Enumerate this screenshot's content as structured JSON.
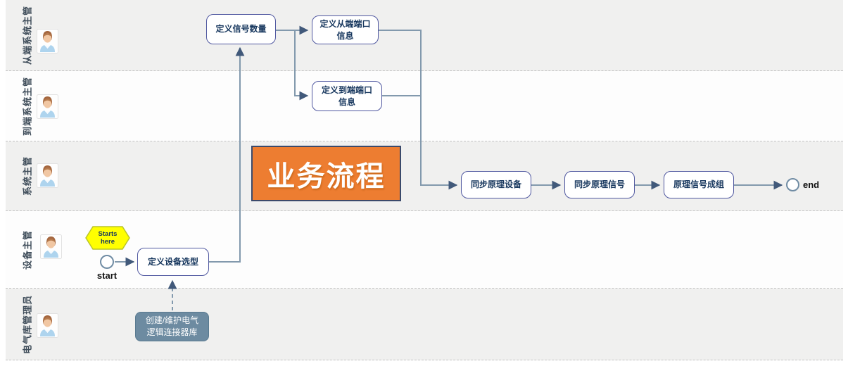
{
  "banner": {
    "label": "业务流程"
  },
  "lanes": [
    {
      "label": "从端系统主管"
    },
    {
      "label": "到端系统主管"
    },
    {
      "label": "系统主管"
    },
    {
      "label": "设备主管"
    },
    {
      "label": "电气库管理员"
    }
  ],
  "nodes": {
    "define_signal_count": {
      "label": "定义信号数量"
    },
    "define_from_port": {
      "label": "定义从端端口\n信息"
    },
    "define_to_port": {
      "label": "定义到端端口\n信息"
    },
    "sync_principle_device": {
      "label": "同步原理设备"
    },
    "sync_principle_signal": {
      "label": "同步原理信号"
    },
    "principle_signal_group": {
      "label": "原理信号成组"
    },
    "define_device_selection": {
      "label": "定义设备选型"
    },
    "create_connector_library": {
      "label": "创建/维护电气\n逻辑连接器库"
    }
  },
  "markers": {
    "starts_here": "Starts\nhere",
    "start": "start",
    "end": "end"
  },
  "colors": {
    "lane_gray": "#F0F0EF",
    "lane_white": "#FDFDFD",
    "box_border": "#5058A0",
    "box_text": "#17375E",
    "connector_line": "#8299AD",
    "arrowhead": "#41597A",
    "banner_fill": "#ED7D31",
    "banner_border": "#3B4A6B",
    "hexagon_fill": "#FFFF00",
    "hexagon_border": "#B9C42A",
    "slate_box_fill": "#6D8BA1"
  }
}
